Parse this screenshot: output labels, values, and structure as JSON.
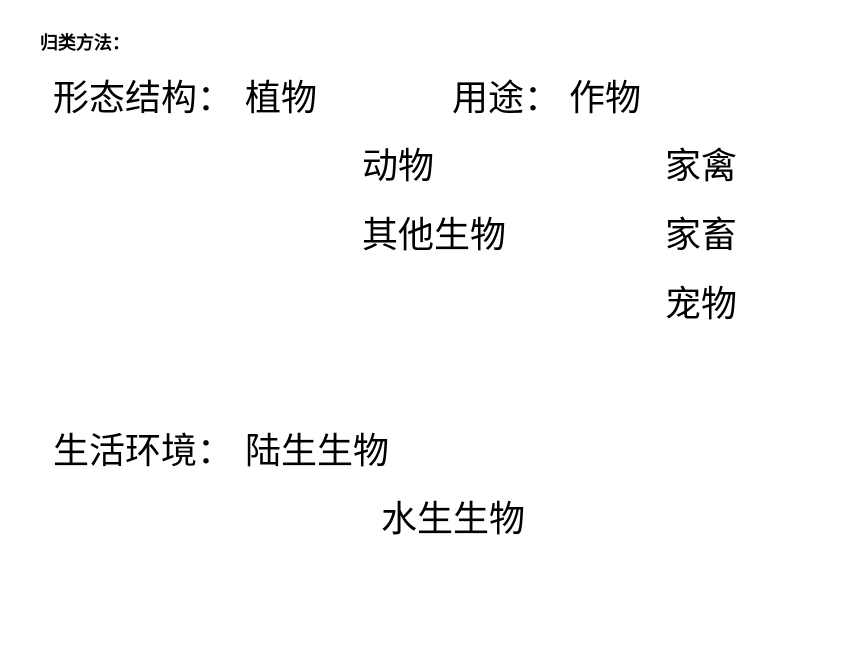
{
  "heading": "归类方法：",
  "form_structure": {
    "label": "形态结构：",
    "items": [
      "植物",
      "动物",
      "其他生物"
    ]
  },
  "usage": {
    "label": "用途：",
    "items": [
      "作物",
      "家禽",
      "家畜",
      "宠物"
    ]
  },
  "living_environment": {
    "label": "生活环境：",
    "items": [
      "陆生生物",
      "水生生物"
    ]
  }
}
